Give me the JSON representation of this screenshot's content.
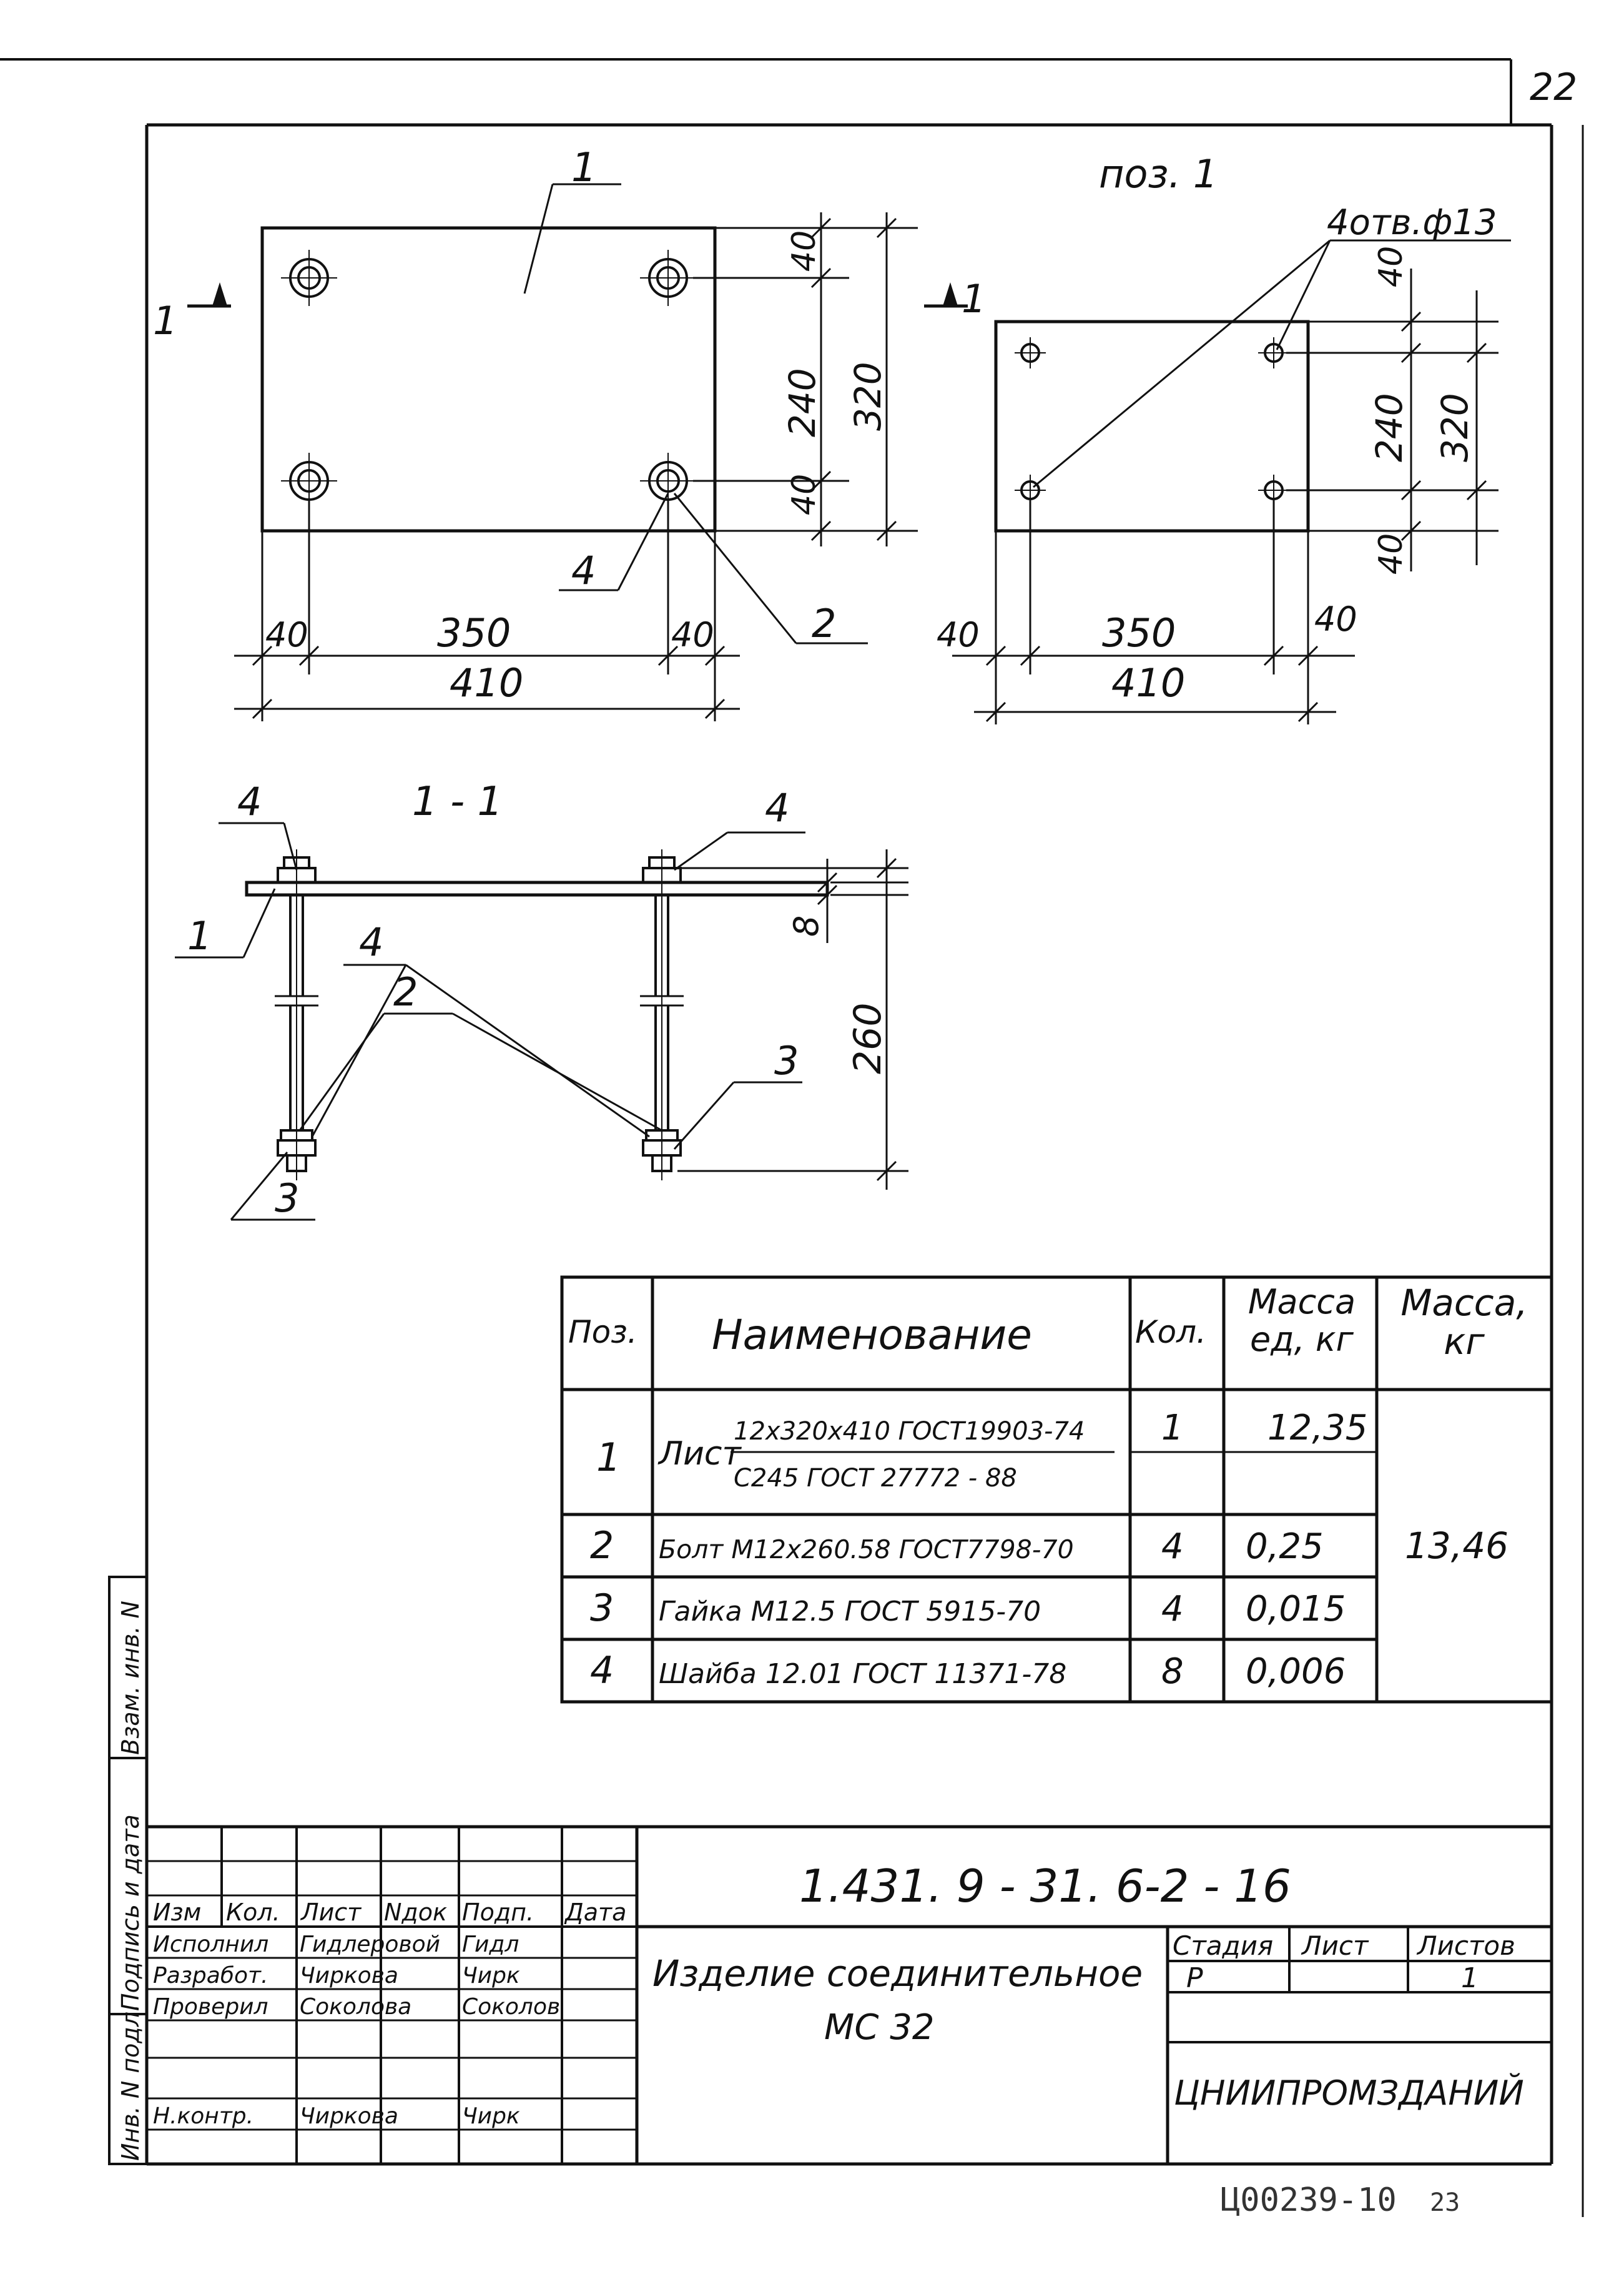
{
  "sheet": {
    "sheet_number": "22",
    "archive_number": "Ц00239-10",
    "archive_page": "23"
  },
  "plan_view": {
    "position_marker": "1",
    "section_marker_left": "1",
    "section_marker_right": "1",
    "dim_hole_offset_top": "40",
    "dim_hole_spacing_v": "240",
    "dim_height_total": "320",
    "dim_hole_offset_bottom": "40",
    "dim_edge_left": "40",
    "dim_hole_spacing_h": "350",
    "dim_edge_right": "40",
    "dim_width_total": "410",
    "callout_washer": "4",
    "callout_bolt": "2"
  },
  "pos1_view": {
    "title": "поз. 1",
    "holes_note": "4отв.ф13",
    "dim_top": "40",
    "dim_middle": "240",
    "dim_total_h": "320",
    "dim_bottom": "40",
    "dim_left": "40",
    "dim_middle_h": "350",
    "dim_right": "40",
    "dim_total_w": "410"
  },
  "section_view": {
    "title": "1 - 1",
    "callout_washer_left": "4",
    "callout_washer_right": "4",
    "callout_plate": "1",
    "callout_washer_mid": "4",
    "callout_bolt": "2",
    "callout_nut_right": "3",
    "callout_nut_left": "3",
    "dim_thickness": "8",
    "dim_length": "260"
  },
  "spec_table": {
    "headers": {
      "pos": "Поз.",
      "name": "Наименование",
      "qty": "Кол.",
      "mass_unit": "Масса ед, кг",
      "mass_total": "Масса, кг"
    },
    "rows": [
      {
        "pos": "1",
        "name_main": "Лист",
        "name_top": "12x320x410 ГОСТ19903-74",
        "name_bottom": "С245 ГОСТ 27772 - 88",
        "qty": "1",
        "mass": "12,35"
      },
      {
        "pos": "2",
        "name": "Болт М12x260.58 ГОСТ7798-70",
        "qty": "4",
        "mass": "0,25"
      },
      {
        "pos": "3",
        "name": "Гайка М12.5  ГОСТ 5915-70",
        "qty": "4",
        "mass": "0,015"
      },
      {
        "pos": "4",
        "name": "Шайба 12.01  ГОСТ 11371-78",
        "qty": "8",
        "mass": "0,006"
      }
    ],
    "mass_total": "13,46"
  },
  "left_margin": {
    "box1": "Инв. N подл.",
    "box2": "Подпись и дата",
    "box3": "Взам. инв. N"
  },
  "title_block": {
    "designation": "1.431. 9 - 31. 6-2 - 16",
    "headers": {
      "izm": "Изм",
      "kol": "Кол.",
      "list": "Лист",
      "ndoc": "Nдок",
      "podp": "Подп.",
      "data": "Дата"
    },
    "staff": [
      {
        "role": "Исполнил",
        "name": "Гидлеровой",
        "sign": "Гидл"
      },
      {
        "role": "Разработ.",
        "name": "Чиркова",
        "sign": "Чирк"
      },
      {
        "role": "Проверил",
        "name": "Соколова",
        "sign": "Соколов"
      },
      {
        "role": "Н.контр.",
        "name": "Чиркова",
        "sign": "Чирк"
      }
    ],
    "product_name_line1": "Изделие соединительное",
    "product_name_line2": "МС 32",
    "stage_label": "Стадия",
    "sheet_label": "Лист",
    "sheets_label": "Листов",
    "stage_value": "Р",
    "sheet_value": "",
    "sheets_value": "1",
    "organization": "ЦНИИПРОМЗДАНИЙ"
  }
}
